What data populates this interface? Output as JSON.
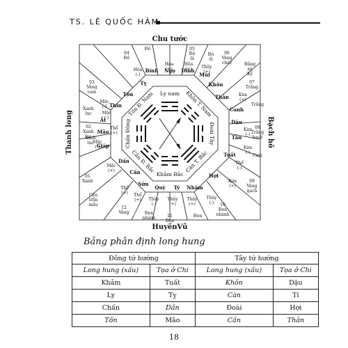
{
  "header": {
    "title": "TS. LÊ QUỐC HÀM"
  },
  "diagram": {
    "directions": {
      "top": "Chu tước",
      "bottom": "HuyềnVũ",
      "left": "Thanh long",
      "right": "Bạch hổ"
    },
    "inner": {
      "N": "Ly nam",
      "NE": "Khôn T. Nam",
      "E": "Đoài Tây",
      "SE": "Càn T. Bắc",
      "S": "Khảm Bắc",
      "SW": "Cấn Đ. Bắc",
      "W": "Chấn Đông",
      "NW": "Tốn Đ. Nam"
    },
    "mountains": [
      {
        "pos": "top-1",
        "label": "Bính"
      },
      {
        "pos": "top-2",
        "label": "Ngọ"
      },
      {
        "pos": "top-3",
        "label": "Đinh"
      },
      {
        "pos": "top-4",
        "label": "Mùi"
      },
      {
        "pos": "top-5",
        "label": "Khôn"
      },
      {
        "pos": "right-1",
        "label": "Thân"
      },
      {
        "pos": "right-2",
        "label": "Canh"
      },
      {
        "pos": "right-3",
        "label": "Dậu"
      },
      {
        "pos": "right-4",
        "label": "Tân"
      },
      {
        "pos": "right-5",
        "label": "Tuất"
      },
      {
        "pos": "bottom-1",
        "label": "Hợi"
      },
      {
        "pos": "bottom-2",
        "label": "Nhâm"
      },
      {
        "pos": "bottom-3",
        "label": "Tý"
      },
      {
        "pos": "bottom-4",
        "label": "Quý"
      },
      {
        "pos": "bottom-5",
        "label": "Sửu"
      },
      {
        "pos": "left-1",
        "label": "Cấn"
      },
      {
        "pos": "left-2",
        "label": "Dần"
      },
      {
        "pos": "left-3",
        "label": "Giáp"
      },
      {
        "pos": "left-4",
        "label": "Mão"
      },
      {
        "pos": "left-5",
        "label": "Ất"
      },
      {
        "pos": "left-6",
        "label": "Thìn"
      },
      {
        "pos": "left-7",
        "label": "Tốn"
      },
      {
        "pos": "left-8",
        "label": "Tỵ"
      }
    ],
    "elements": [
      {
        "pos": "t1",
        "text": "Hỏa (-)"
      },
      {
        "pos": "t2",
        "text": "Hỏa (+)"
      },
      {
        "pos": "t3",
        "text": "Hỏa (+)"
      },
      {
        "pos": "t4",
        "text": "Thủy (+)"
      },
      {
        "pos": "r1",
        "text": "Kim (+)"
      },
      {
        "pos": "r2",
        "text": "Kim (-)"
      },
      {
        "pos": "r3",
        "text": "Kim (-)"
      },
      {
        "pos": "r4",
        "text": "Thổ (-)"
      },
      {
        "pos": "r5",
        "text": "Kim (+)"
      },
      {
        "pos": "r6",
        "text": "Thủy (-)"
      },
      {
        "pos": "b1",
        "text": "Thủy (+)"
      },
      {
        "pos": "b2",
        "text": "Thủy (+)"
      },
      {
        "pos": "b3",
        "text": "Thủy (-)"
      },
      {
        "pos": "b4",
        "text": "Thổ (+)"
      },
      {
        "pos": "l1",
        "text": "Thổ (+)"
      },
      {
        "pos": "l2",
        "text": "Mộc (+)"
      },
      {
        "pos": "l3",
        "text": "Mộc (-)"
      },
      {
        "pos": "l4",
        "text": "Mộc (-)"
      },
      {
        "pos": "l5",
        "text": "Thổ (+)"
      },
      {
        "pos": "l6",
        "text": "Mộc (-)"
      }
    ],
    "colors": [
      {
        "pos": "c1",
        "text": "Đỏ"
      },
      {
        "pos": "c2",
        "text": "05 Đỏ ối"
      },
      {
        "pos": "c3",
        "text": "Đỏ ối"
      },
      {
        "pos": "c4",
        "text": "04 Đỏ"
      },
      {
        "pos": "c5",
        "text": "06 Vàng cháy"
      },
      {
        "pos": "c6",
        "text": "Đằng xà Kỷ"
      },
      {
        "pos": "c7",
        "text": "07 Trắng"
      },
      {
        "pos": "c8",
        "text": "Trắng"
      },
      {
        "pos": "c9",
        "text": "08 Trắng bạch"
      },
      {
        "pos": "c10",
        "text": "Cam"
      },
      {
        "pos": "c11",
        "text": "09 Vàng gạch"
      },
      {
        "pos": "c12",
        "text": "10 Đen nhánh"
      },
      {
        "pos": "c13",
        "text": "Đen"
      },
      {
        "pos": "c14",
        "text": "11 Đen"
      },
      {
        "pos": "c15",
        "text": "Đen nhánh"
      },
      {
        "pos": "c16",
        "text": "12 Vàng"
      },
      {
        "pos": "c17",
        "text": "Cầu trắn mầu"
      },
      {
        "pos": "c18",
        "text": "01 Xanh"
      },
      {
        "pos": "c19",
        "text": "Xanh lục"
      },
      {
        "pos": "c20",
        "text": "02 Xanh lục"
      },
      {
        "pos": "c21",
        "text": "Xanh lục"
      },
      {
        "pos": "c22",
        "text": "03 Vàng cam"
      }
    ]
  },
  "caption": "Bảng phân định long hung",
  "table": {
    "groups": [
      "Đông tứ hướng",
      "Tây tứ hướng"
    ],
    "col_headers": [
      "Long hung (xấu)",
      "Tọa ở Chi",
      "Long hung (xấu)",
      "Tọa ở Chi"
    ],
    "rows": [
      [
        "Khảm",
        "Tuất",
        "Khôn",
        "Dậu"
      ],
      [
        "Ly",
        "Tỵ",
        "Càn",
        "Tí"
      ],
      [
        "Chấn",
        "Dần",
        "Đoài",
        "Hợi"
      ],
      [
        "Tốn",
        "Mão",
        "Cấn",
        "Thân"
      ]
    ]
  },
  "page_number": "18"
}
